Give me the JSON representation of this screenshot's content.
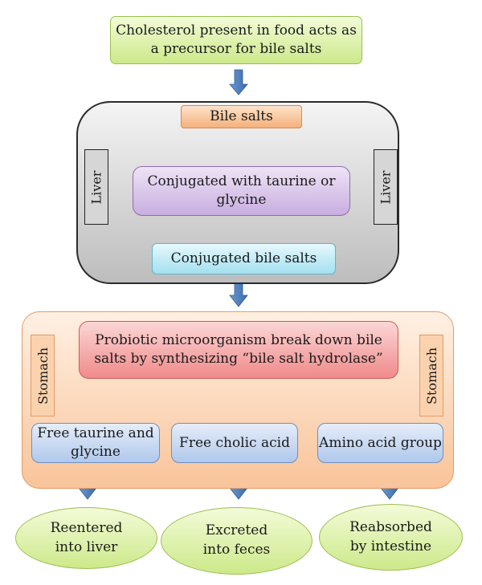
{
  "top_box": "Cholesterol present in food acts as a precursor for bile salts",
  "liver": {
    "side_label": "Liver",
    "bile_salts": "Bile salts",
    "conjugated_with": "Conjugated with taurine or glycine",
    "conjugated_bile_salts": "Conjugated bile salts"
  },
  "stomach": {
    "side_label": "Stomach",
    "probiotic": "Probiotic microorganism break down bile salts by synthesizing “bile salt hydrolase”",
    "free_taurine": "Free taurine and glycine",
    "free_cholic": "Free cholic acid",
    "amino_acid": "Amino acid group"
  },
  "outcomes": {
    "reentered": "Reentered into liver",
    "excreted": "Excreted into feces",
    "reabsorbed": "Reabsorbed by intestine"
  },
  "colors": {
    "arrow": "#4a7ebb",
    "liver_panel_border": "#2b2b2b",
    "stomach_panel": "#f9c49a"
  }
}
